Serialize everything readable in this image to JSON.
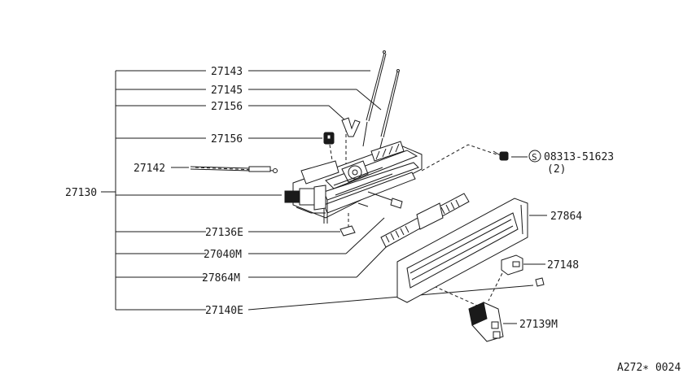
{
  "labels": {
    "p27143": "27143",
    "p27145": "27145",
    "p27156a": "27156",
    "p27156b": "27156",
    "p27142": "27142",
    "p27130": "27130",
    "p27136e": "27136E",
    "p27040m": "27040M",
    "p27864m": "27864M",
    "p27140e": "27140E",
    "p27864": "27864",
    "p27148": "27148",
    "p27139m": "27139M",
    "screw_code": "08313-51623",
    "screw_qty": "(2)",
    "screw_symbol": "S",
    "figure_ref": "A272∗ 0024"
  }
}
